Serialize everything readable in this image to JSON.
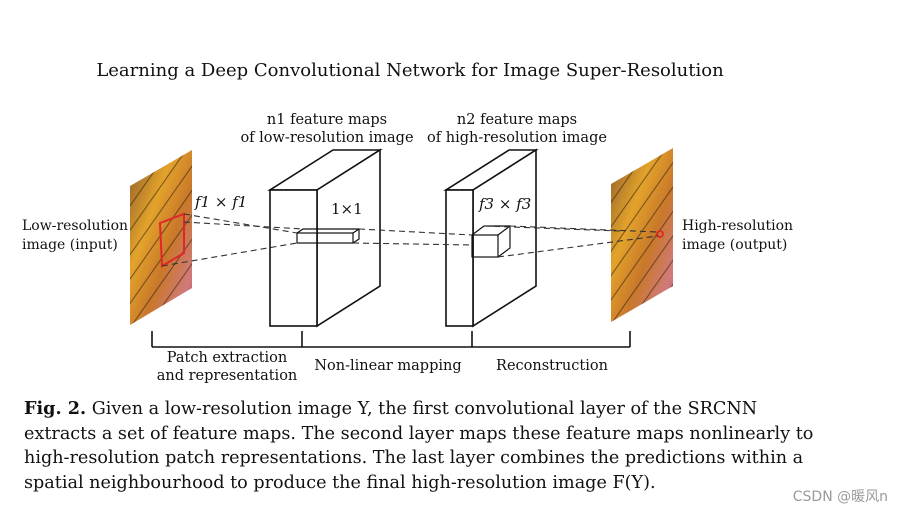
{
  "title": "Learning a Deep Convolutional Network for Image Super-Resolution",
  "labels": {
    "input_line1": "Low-resolution",
    "input_line2": "image (input)",
    "output_line1": "High-resolution",
    "output_line2": "image (output)",
    "n1_line1": "n1 feature maps",
    "n1_line2": "of low-resolution image",
    "n2_line1": "n2 feature maps",
    "n2_line2": "of high-resolution image",
    "f1": "f1 × f1",
    "k11": "1×1",
    "f3": "f3 × f3"
  },
  "stages": {
    "patch_line1": "Patch extraction",
    "patch_line2": "and representation",
    "mapping": "Non-linear mapping",
    "reconstruction": "Reconstruction"
  },
  "caption": {
    "label": "Fig. 2.",
    "text": "Given a low-resolution image Y, the first convolutional layer of the SRCNN extracts a set of feature maps. The second layer maps these feature maps nonlinearly to high-resolution patch representations. The last layer combines the predictions within a spatial neighbourhood to produce the final high-resolution image F(Y)."
  },
  "watermark": "CSDN @暖风𝗇",
  "colors": {
    "stroke": "#111111",
    "patch_highlight": "#e0262b",
    "butterfly_orange": "#d98a1e"
  }
}
